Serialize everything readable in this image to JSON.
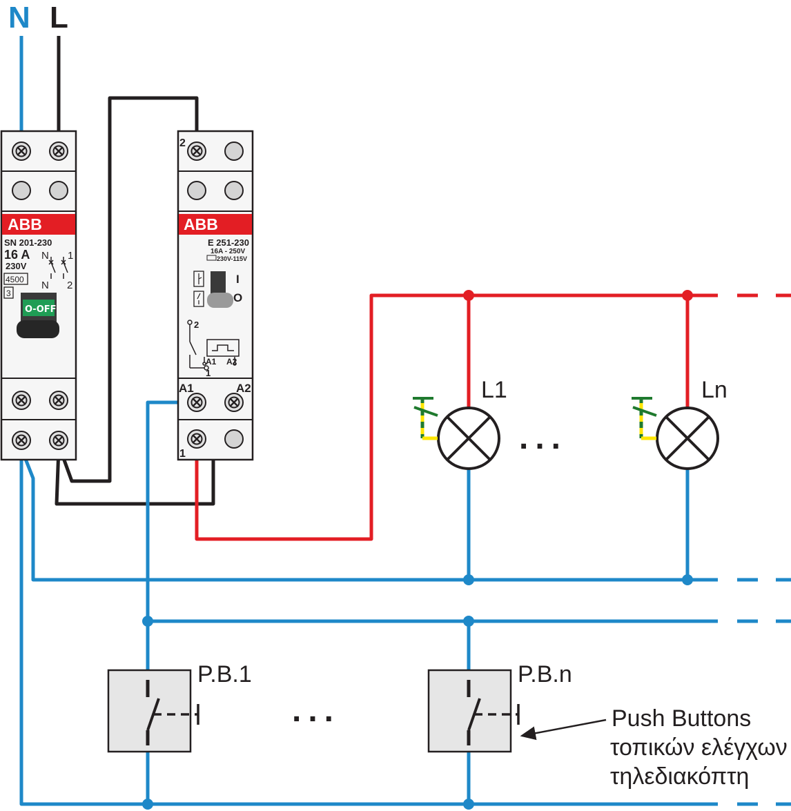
{
  "supply": {
    "neutral_label": "N",
    "line_label": "L"
  },
  "colors": {
    "neutral_wire": "#1e88c8",
    "line_wire": "#231f20",
    "switched_wire": "#e31e24",
    "device_body": "#f6f6f6",
    "brand_bar": "#e31e24",
    "toggle_green": "#1f9d55",
    "earth_green": "#1f7a2e",
    "earth_yellow": "#ffe600",
    "pushbutton_fill": "#e6e6e6"
  },
  "breaker": {
    "brand": "ABB",
    "model": "SN 201-230",
    "rating": "16 A",
    "voltage": "230V",
    "breaking_capacity": "4500",
    "class": "3",
    "toggle_label": "O-OFF",
    "symbol_n_top": "N",
    "symbol_n_bottom": "N",
    "symbol_1": "1",
    "symbol_2": "2"
  },
  "relay": {
    "brand": "ABB",
    "model": "E 251-230",
    "contact_rating": "16A - 250V",
    "coil_rating": "230V-115V",
    "state_on": "I",
    "state_off": "O",
    "term_2": "2",
    "term_1": "1",
    "term_a1": "A1",
    "term_a2": "A2",
    "coil_a1": "A1",
    "coil_a2": "A2",
    "sym_2": "2",
    "sym_1": "1"
  },
  "lamps": [
    {
      "label": "L1"
    },
    {
      "label": "Ln"
    }
  ],
  "lamp_ellipsis": "...",
  "pushbuttons": [
    {
      "label": "P.B.1"
    },
    {
      "label": "P.B.n"
    }
  ],
  "pushbutton_ellipsis": "...",
  "annotation": {
    "line1": "Push Buttons",
    "line2": "τοπικών ελέγχων",
    "line3": "τηλεδιακόπτη"
  }
}
